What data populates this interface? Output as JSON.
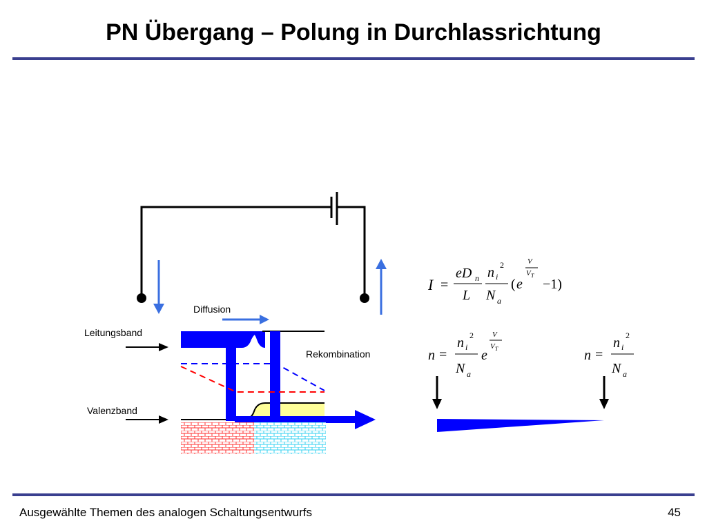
{
  "slide": {
    "title": "PN Übergang – Polung in Durchlassrichtung",
    "footer": "Ausgewählte Themen des analogen Schaltungsentwurfs",
    "page_number": "45"
  },
  "diagram": {
    "labels": {
      "diffusion": "Diffusion",
      "conduction_band": "Leitungsband",
      "valence_band": "Valenzband",
      "recombination": "Rekombination"
    }
  },
  "formulas": {
    "current": "I = (eD_n / L) · (n_i² / N_a) · (e^(V/V_T) − 1)",
    "carrier_biased": "n = (n_i² / N_a) · e^(V/V_T)",
    "carrier_equilibrium": "n = n_i² / N_a"
  },
  "colors": {
    "accent_rule": "#3a3f8f",
    "band_blue": "#0000ff",
    "arrow_blue": "#3a6fe0",
    "recomb_red": "#ff0000",
    "p_region": "#ff2020",
    "n_region": "#20d0f0",
    "yellow_fill": "#ffff99"
  }
}
